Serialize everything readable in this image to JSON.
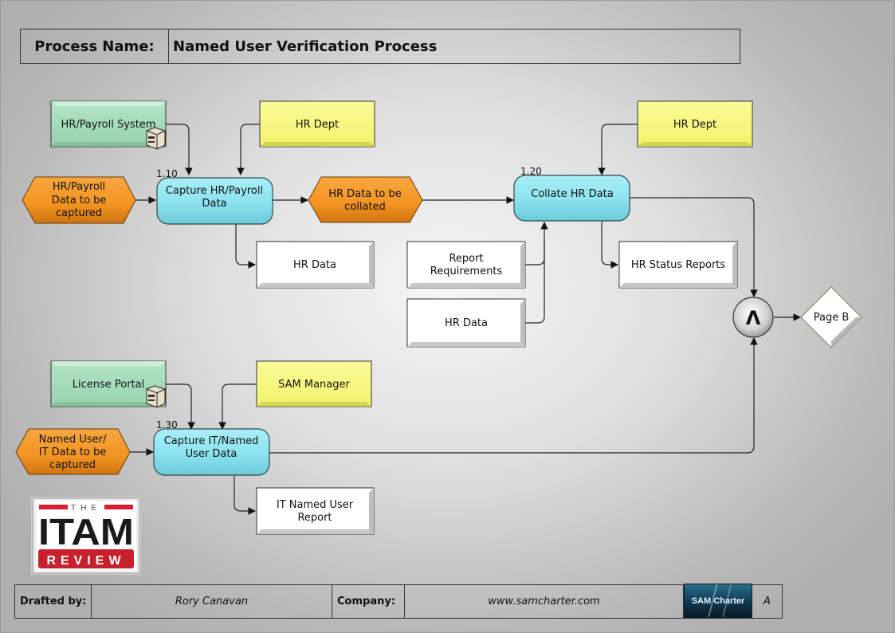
{
  "header": {
    "label": "Process Name:",
    "value": "Named User Verification Process"
  },
  "nodes": {
    "hr_payroll_system": {
      "label": "HR/Payroll System",
      "type": "system",
      "icon": "server-icon"
    },
    "hr_dept_1": {
      "label": "HR Dept",
      "type": "role"
    },
    "hr_payroll_input": {
      "lines": [
        "HR/Payroll",
        "Data to be",
        "captured"
      ],
      "type": "input"
    },
    "capture_hr_payroll": {
      "number": "1.10",
      "lines": [
        "Capture HR/Payroll",
        "Data"
      ],
      "type": "process"
    },
    "hr_data_output_1": {
      "label": "HR Data",
      "type": "document"
    },
    "hr_data_to_collate": {
      "lines": [
        "HR Data to be",
        "collated"
      ],
      "type": "input"
    },
    "report_requirements": {
      "lines": [
        "Report",
        "Requirements"
      ],
      "type": "document"
    },
    "hr_data_input_2": {
      "label": "HR Data",
      "type": "document"
    },
    "hr_dept_2": {
      "label": "HR Dept",
      "type": "role"
    },
    "collate_hr_data": {
      "number": "1.20",
      "label": "Collate HR Data",
      "type": "process"
    },
    "hr_status_reports": {
      "label": "HR Status Reports",
      "type": "document"
    },
    "and_gate": {
      "label": "Λ",
      "type": "and-junction"
    },
    "page_b": {
      "label": "Page B",
      "type": "off-page-connector"
    },
    "license_portal": {
      "label": "License Portal",
      "type": "system",
      "icon": "server-icon"
    },
    "sam_manager": {
      "label": "SAM Manager",
      "type": "role"
    },
    "named_user_input": {
      "lines": [
        "Named User/",
        "IT Data to be",
        "captured"
      ],
      "type": "input"
    },
    "capture_it_named": {
      "number": "1.30",
      "lines": [
        "Capture IT/Named",
        "User Data"
      ],
      "type": "process"
    },
    "it_named_user_report": {
      "lines": [
        "IT Named User",
        "Report"
      ],
      "type": "document"
    }
  },
  "logos": {
    "itam": {
      "top": "THE",
      "main": "ITAM",
      "bottom": "REVIEW"
    },
    "sam_charter": {
      "label": "SAM Charter"
    }
  },
  "footer": {
    "drafted_by_label": "Drafted by:",
    "drafted_by_value": "Rory Canavan",
    "company_label": "Company:",
    "company_value": "www.samcharter.com",
    "revision": "A"
  },
  "colors": {
    "process": "#8ee4f0",
    "input": "#f39421",
    "role": "#f7f77a",
    "system": "#a3dcb8",
    "document": "#ffffff"
  }
}
